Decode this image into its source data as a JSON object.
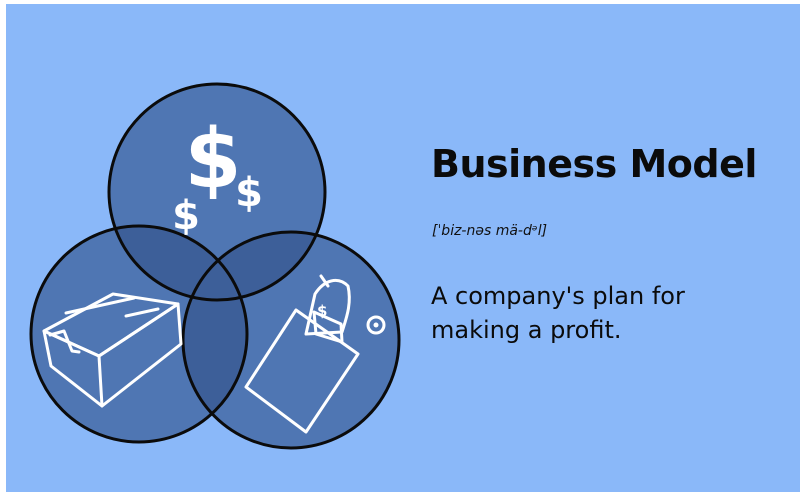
{
  "slide": {
    "title": "Business Model",
    "pronunciation": "[ˈbiz-nəs mä-dᵊl]",
    "definition": "A company's plan for making a profit."
  },
  "diagram": {
    "icons": [
      "dollar-signs-icon",
      "box-icon",
      "wallet-with-cash-icon"
    ],
    "colors": {
      "background": "#8ab8f9",
      "circle_fill": "#4f76b3",
      "overlap_fill": "#3d5f99",
      "stroke": "#0b0b0b",
      "icon_stroke": "#ffffff"
    }
  }
}
